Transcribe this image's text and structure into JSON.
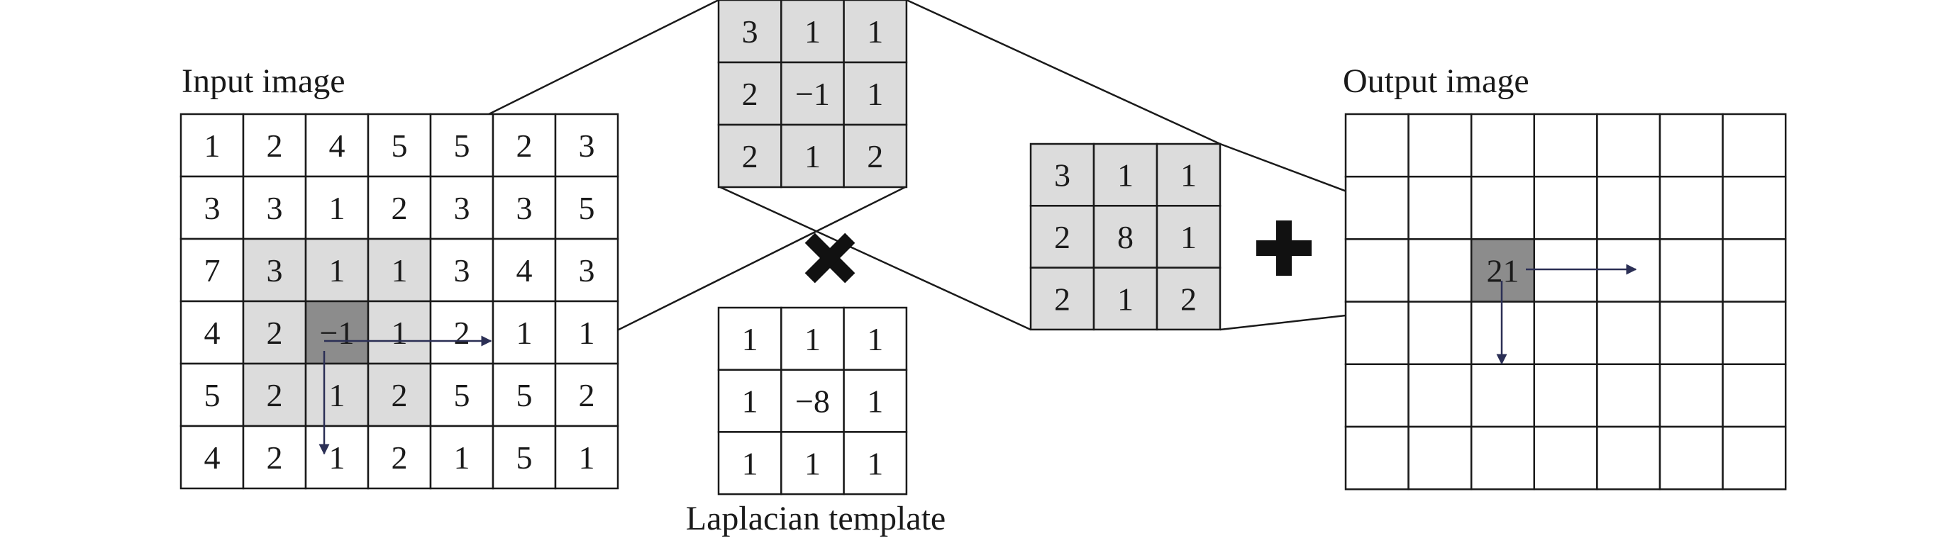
{
  "input_image": {
    "title": "Input image",
    "cells": [
      [
        "1",
        "2",
        "4",
        "5",
        "5",
        "2",
        "3"
      ],
      [
        "3",
        "3",
        "1",
        "2",
        "3",
        "3",
        "5"
      ],
      [
        "7",
        "3",
        "1",
        "1",
        "3",
        "4",
        "3"
      ],
      [
        "4",
        "2",
        "−1",
        "1",
        "2",
        "1",
        "1"
      ],
      [
        "5",
        "2",
        "1",
        "2",
        "5",
        "5",
        "2"
      ],
      [
        "4",
        "2",
        "1",
        "2",
        "1",
        "5",
        "1"
      ]
    ]
  },
  "patch": {
    "cells": [
      [
        "3",
        "1",
        "1"
      ],
      [
        "2",
        "−1",
        "1"
      ],
      [
        "2",
        "1",
        "2"
      ]
    ]
  },
  "operators": {
    "multiply_icon": "multiply-x-icon",
    "plus_icon": "plus-icon"
  },
  "laplacian_template": {
    "caption": "Laplacian template",
    "cells": [
      [
        "1",
        "1",
        "1"
      ],
      [
        "1",
        "−8",
        "1"
      ],
      [
        "1",
        "1",
        "1"
      ]
    ]
  },
  "result_patch": {
    "cells": [
      [
        "3",
        "1",
        "1"
      ],
      [
        "2",
        "8",
        "1"
      ],
      [
        "2",
        "1",
        "2"
      ]
    ]
  },
  "output_image": {
    "title": "Output image",
    "cells": [
      [
        "",
        "",
        "",
        "",
        "",
        "",
        ""
      ],
      [
        "",
        "",
        "",
        "",
        "",
        "",
        ""
      ],
      [
        "",
        "",
        "21",
        "",
        "",
        "",
        ""
      ],
      [
        "",
        "",
        "",
        "",
        "",
        "",
        ""
      ],
      [
        "",
        "",
        "",
        "",
        "",
        "",
        ""
      ],
      [
        "",
        "",
        "",
        "",
        "",
        "",
        ""
      ]
    ]
  },
  "colors": {
    "neighborhood": "#dcdcdc",
    "center": "#8c8c8c",
    "arrow": "#2b2f55",
    "line": "#1a1a1a"
  }
}
